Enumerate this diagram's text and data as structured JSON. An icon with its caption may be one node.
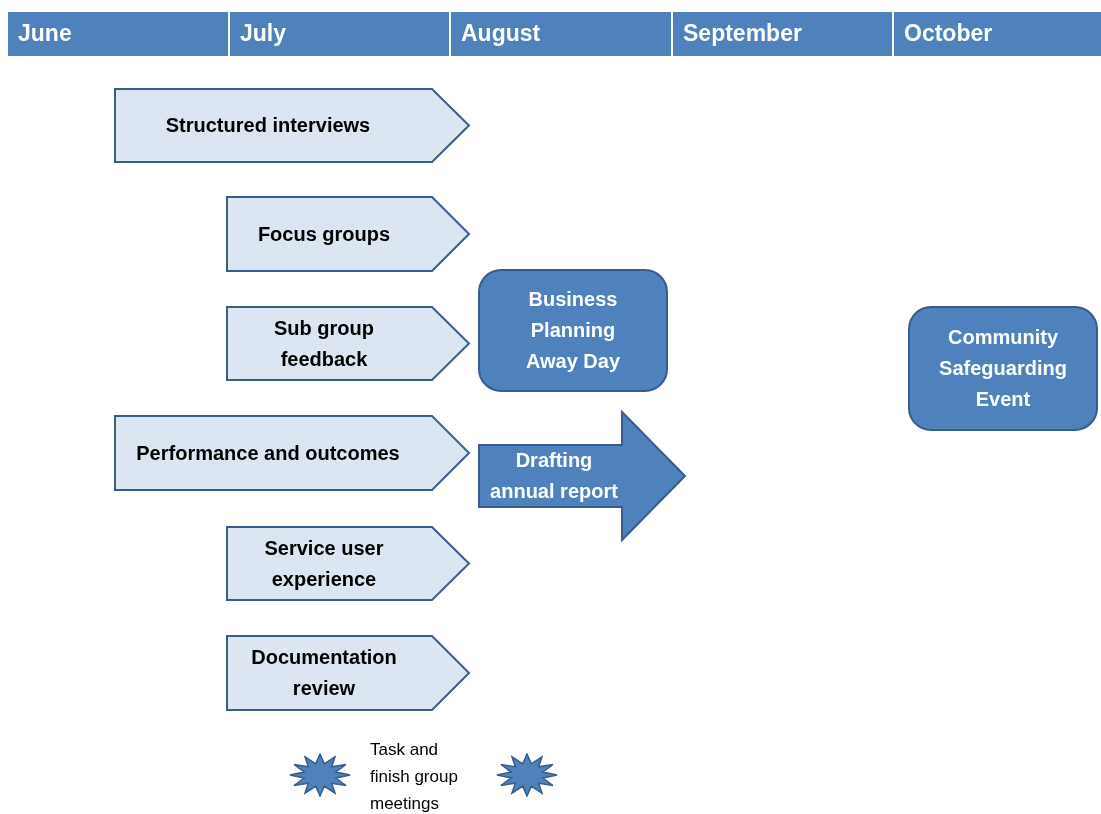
{
  "diagram": {
    "nodes": [
      {
        "text": [
          "June"
        ]
      },
      {
        "text": [
          "July"
        ]
      },
      {
        "text": [
          "August"
        ]
      },
      {
        "text": [
          "September"
        ]
      },
      {
        "text": [
          "October"
        ]
      },
      {
        "text": [
          "Structured interviews"
        ]
      },
      {
        "text": [
          "Focus groups"
        ]
      },
      {
        "text": [
          "Sub group feedback"
        ]
      },
      {
        "text": [
          "Performance and outcomes"
        ]
      },
      {
        "text": [
          "Service user experience"
        ]
      },
      {
        "text": [
          "Documentation review"
        ]
      },
      {
        "text": [
          "Business Planning Away Day"
        ]
      },
      {
        "text": [
          "Drafting annual report"
        ]
      },
      {
        "text": [
          "Community Safeguarding Event"
        ]
      }
    ],
    "labels": [
      "Task and finish group meetings"
    ]
  }
}
